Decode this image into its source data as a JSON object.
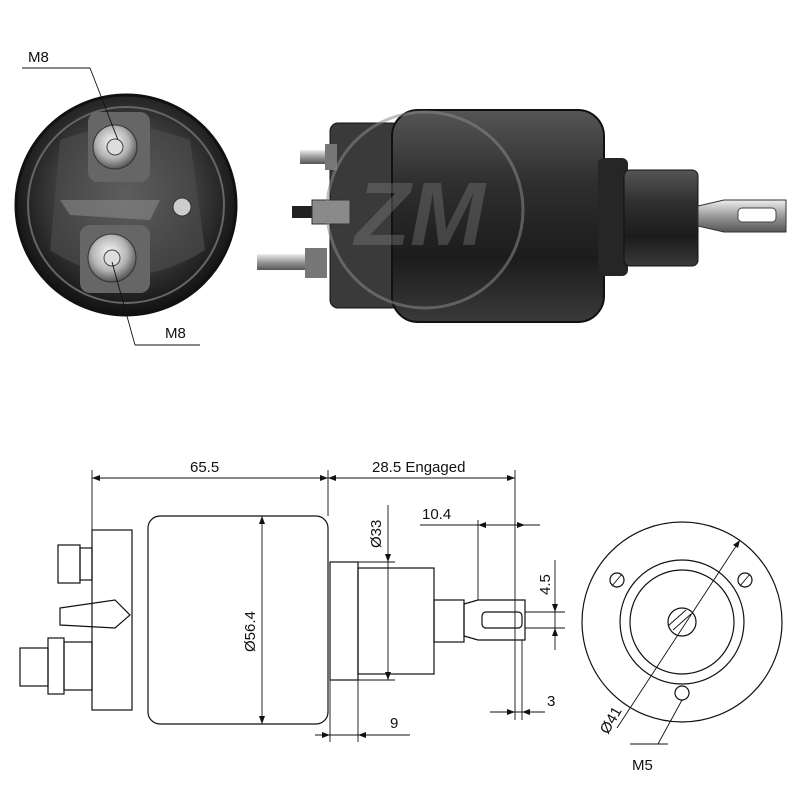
{
  "photo_labels": {
    "terminal_top": "M8",
    "terminal_bottom": "M8"
  },
  "dimensions": {
    "body_length": "65.5",
    "engaged_stroke": "28.5 Engaged",
    "fork_length": "10.4",
    "collar_diameter": "Ø33",
    "body_diameter": "Ø56.4",
    "fork_width": "4.5",
    "fork_hole": "3",
    "collar_length": "9",
    "bolt_circle": "Ø41",
    "mount_thread": "M5"
  },
  "colors": {
    "body": "#2b2b2b",
    "metal": "#b9b9b9",
    "line": "#111111"
  }
}
